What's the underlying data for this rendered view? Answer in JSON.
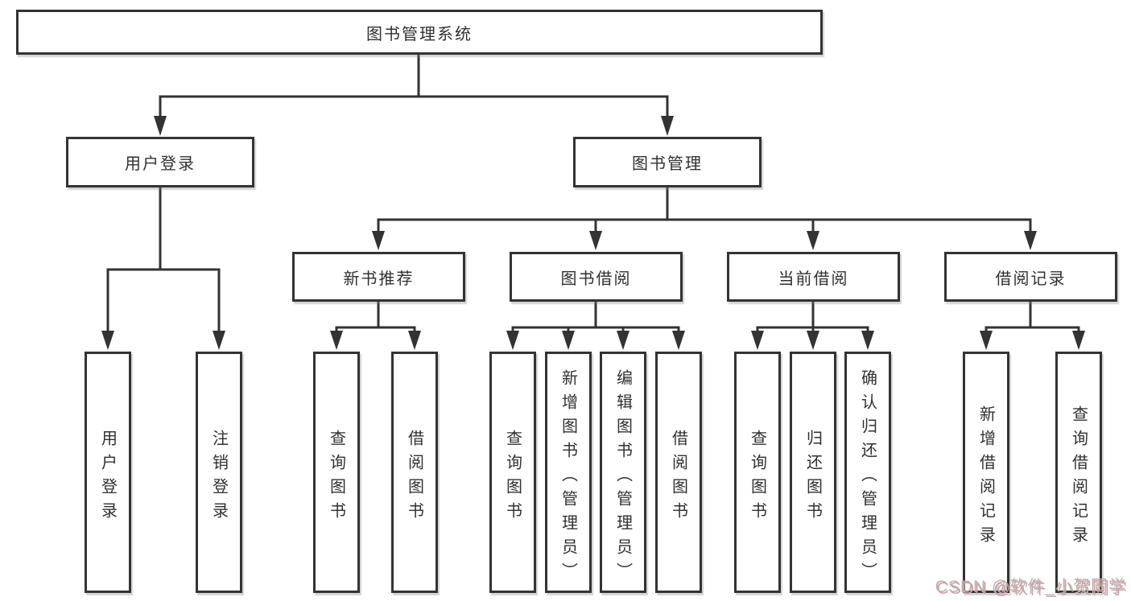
{
  "diagram": {
    "root": {
      "label": "图书管理系统"
    },
    "branches": [
      {
        "label": "用户登录",
        "children": [
          {
            "label": "用户登录"
          },
          {
            "label": "注销登录"
          }
        ]
      },
      {
        "label": "图书管理",
        "children": [
          {
            "label": "新书推荐",
            "children": [
              {
                "label": "查询图书"
              },
              {
                "label": "借阅图书"
              }
            ]
          },
          {
            "label": "图书借阅",
            "children": [
              {
                "label": "查询图书"
              },
              {
                "label": "新增图书（管理员）"
              },
              {
                "label": "编辑图书（管理员）"
              },
              {
                "label": "借阅图书"
              }
            ]
          },
          {
            "label": "当前借阅",
            "children": [
              {
                "label": "查询图书"
              },
              {
                "label": "归还图书"
              },
              {
                "label": "确认归还（管理员）"
              }
            ]
          },
          {
            "label": "借阅记录",
            "children": [
              {
                "label": "新增借阅记录"
              },
              {
                "label": "查询借阅记录"
              }
            ]
          }
        ]
      }
    ],
    "watermark": "CSDN @软件_小贺同学",
    "colors": {
      "line": "#333333",
      "box_border": "#333333",
      "box_fill": "#ffffff",
      "text": "#303030",
      "canvas_bg": "#ffffff",
      "watermark": "#b4b4b4",
      "watermark_shadow": "#dd9a9a"
    }
  }
}
